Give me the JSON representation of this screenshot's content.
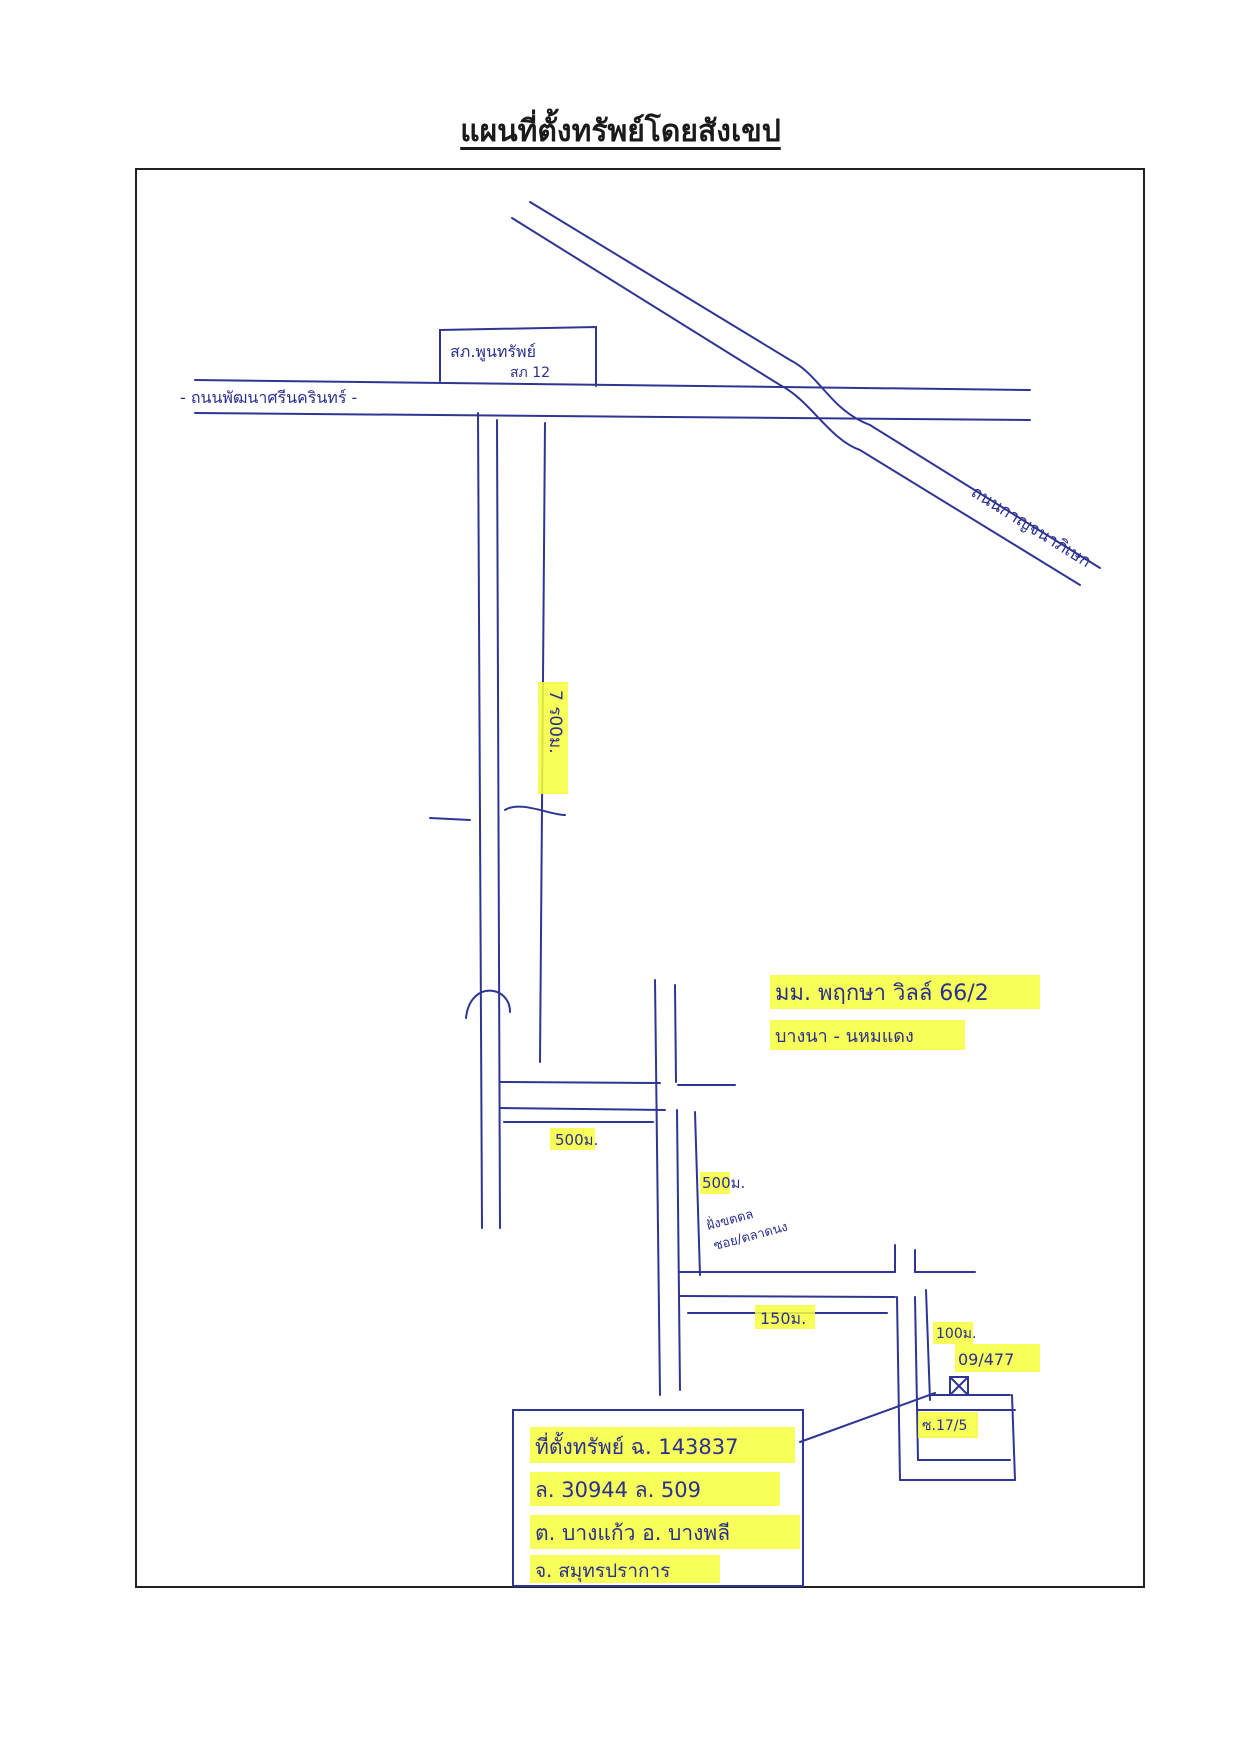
{
  "title": "แผนที่ตั้งทรัพย์โดยสังเขป",
  "colors": {
    "ink": "#2f3592",
    "highlight": "#f6ff3c",
    "frame": "#222222"
  },
  "labels": {
    "police_station_line1": "สภ.พูนทรัพย์",
    "police_station_line2": "สภ 12",
    "main_road": "- ถนนพัฒนาศรีนครินทร์ -",
    "diagonal_road": "ถนนกาญจนาภิเษก",
    "distance_7km": "7 ร00ม.",
    "village_line1": "มม. พฤกษา วิลล์ 66/2",
    "village_line2": "บางนา - นหมแดง",
    "distance_500_a": "500ม.",
    "distance_500_b": "500ม.",
    "near_note_line1": "ฝั่งขตดล",
    "near_note_line2": "ซอย/ตลาดนง",
    "distance_150": "150ม.",
    "distance_100": "100ม.",
    "house_no": "09/477",
    "soi_label": "ซ.17/5",
    "property_line1": "ที่ตั้งทรัพย์ ฉ. 143837",
    "property_line2": "ล. 30944 ล. 509",
    "property_line3": "ต. บางแก้ว อ. บางพลี",
    "property_line4": "จ. สมุทรปราการ"
  }
}
